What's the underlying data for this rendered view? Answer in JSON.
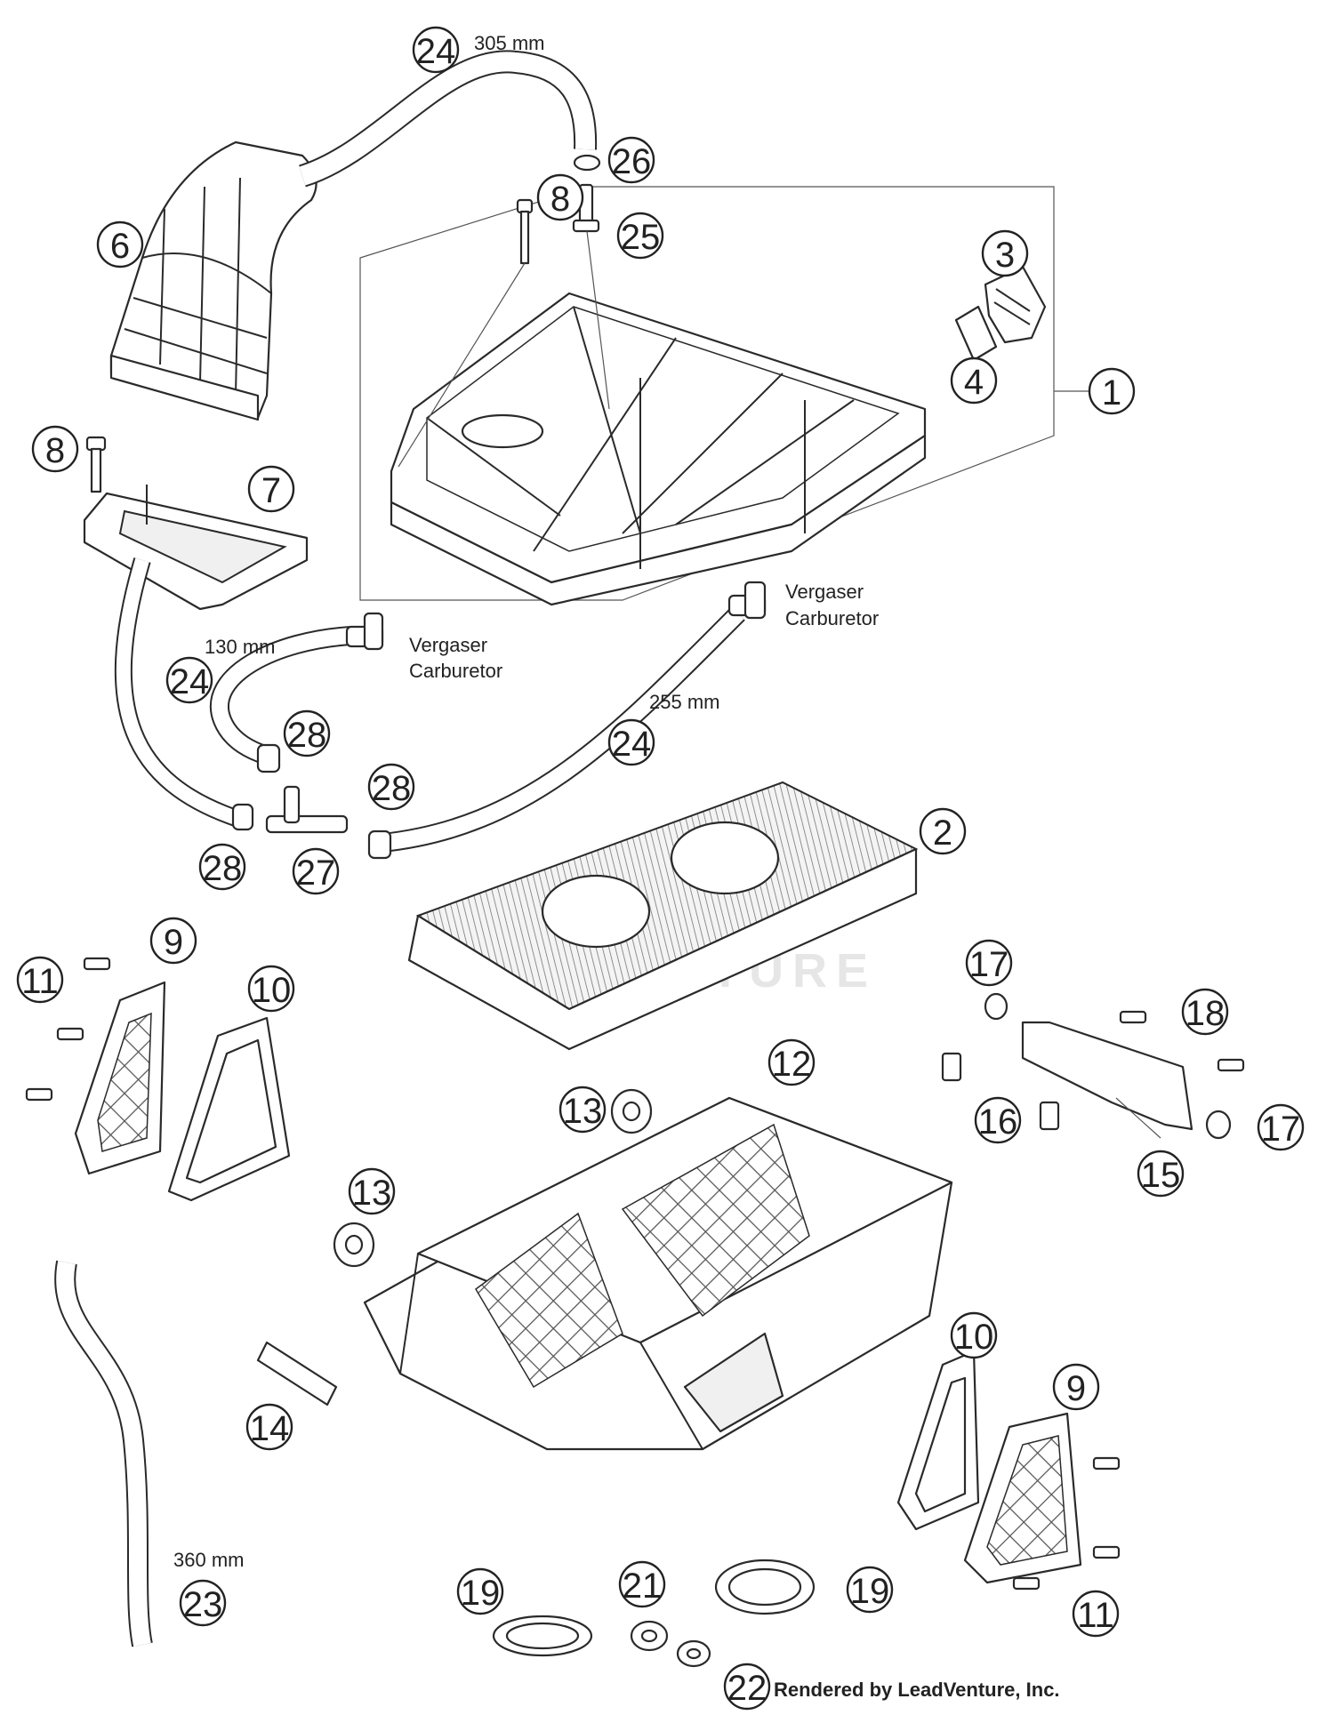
{
  "callouts": [
    "24",
    "26",
    "8",
    "25",
    "3",
    "4",
    "1",
    "6",
    "8",
    "7",
    "24",
    "28",
    "28",
    "27",
    "28",
    "24",
    "2",
    "9",
    "11",
    "10",
    "17",
    "18",
    "16",
    "17",
    "15",
    "12",
    "13",
    "13",
    "14",
    "10",
    "9",
    "11",
    "19",
    "21",
    "19",
    "22",
    "23"
  ],
  "notes": {
    "hose_top_length": "305 mm",
    "hose_left_length": "130 mm",
    "hose_right_length": "255 mm",
    "drain_length": "360 mm",
    "carb_de_1": "Vergaser",
    "carb_en_1": "Carburetor",
    "carb_de_2": "Vergaser",
    "carb_en_2": "Carburetor"
  },
  "watermark": "ADVENTURE",
  "footer": "Rendered by LeadVenture, Inc."
}
